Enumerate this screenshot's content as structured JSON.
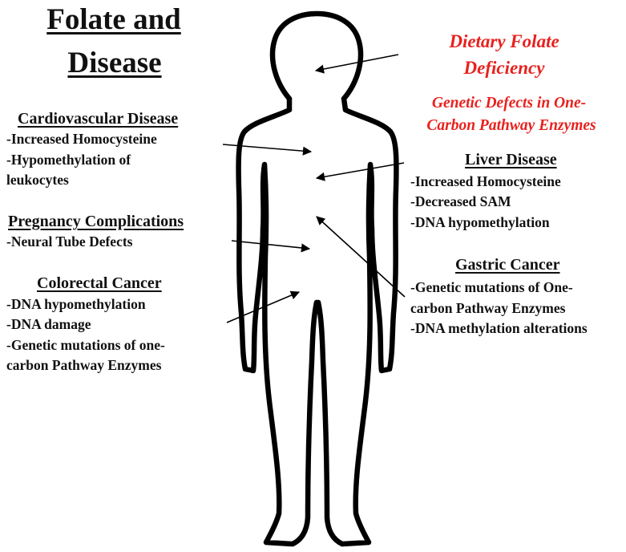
{
  "title": {
    "line1": "Folate and",
    "line2": "Disease"
  },
  "causes": {
    "dietary": {
      "line1": "Dietary Folate",
      "line2": "Deficiency"
    },
    "genetic": {
      "line1": "Genetic Defects in One-",
      "line2": "Carbon Pathway Enzymes"
    }
  },
  "cardiovascular": {
    "heading": "Cardiovascular Disease",
    "items": [
      "-Increased Homocysteine",
      "-Hypomethylation of",
      "leukocytes"
    ]
  },
  "pregnancy": {
    "heading": "Pregnancy Complications",
    "items": [
      "-Neural Tube Defects"
    ]
  },
  "colorectal": {
    "heading": "Colorectal Cancer",
    "items": [
      "-DNA hypomethylation",
      "-DNA damage",
      "-Genetic mutations of one-",
      "carbon Pathway Enzymes"
    ]
  },
  "liver": {
    "heading": "Liver Disease",
    "items": [
      "-Increased Homocysteine",
      "-Decreased SAM",
      "-DNA hypomethylation"
    ]
  },
  "gastric": {
    "heading": "Gastric Cancer",
    "items": [
      "-Genetic mutations of One-",
      "carbon Pathway Enzymes",
      "-DNA methylation alterations"
    ]
  },
  "colors": {
    "text": "#111111",
    "accent": "#e8211e",
    "outline": "#000000"
  }
}
